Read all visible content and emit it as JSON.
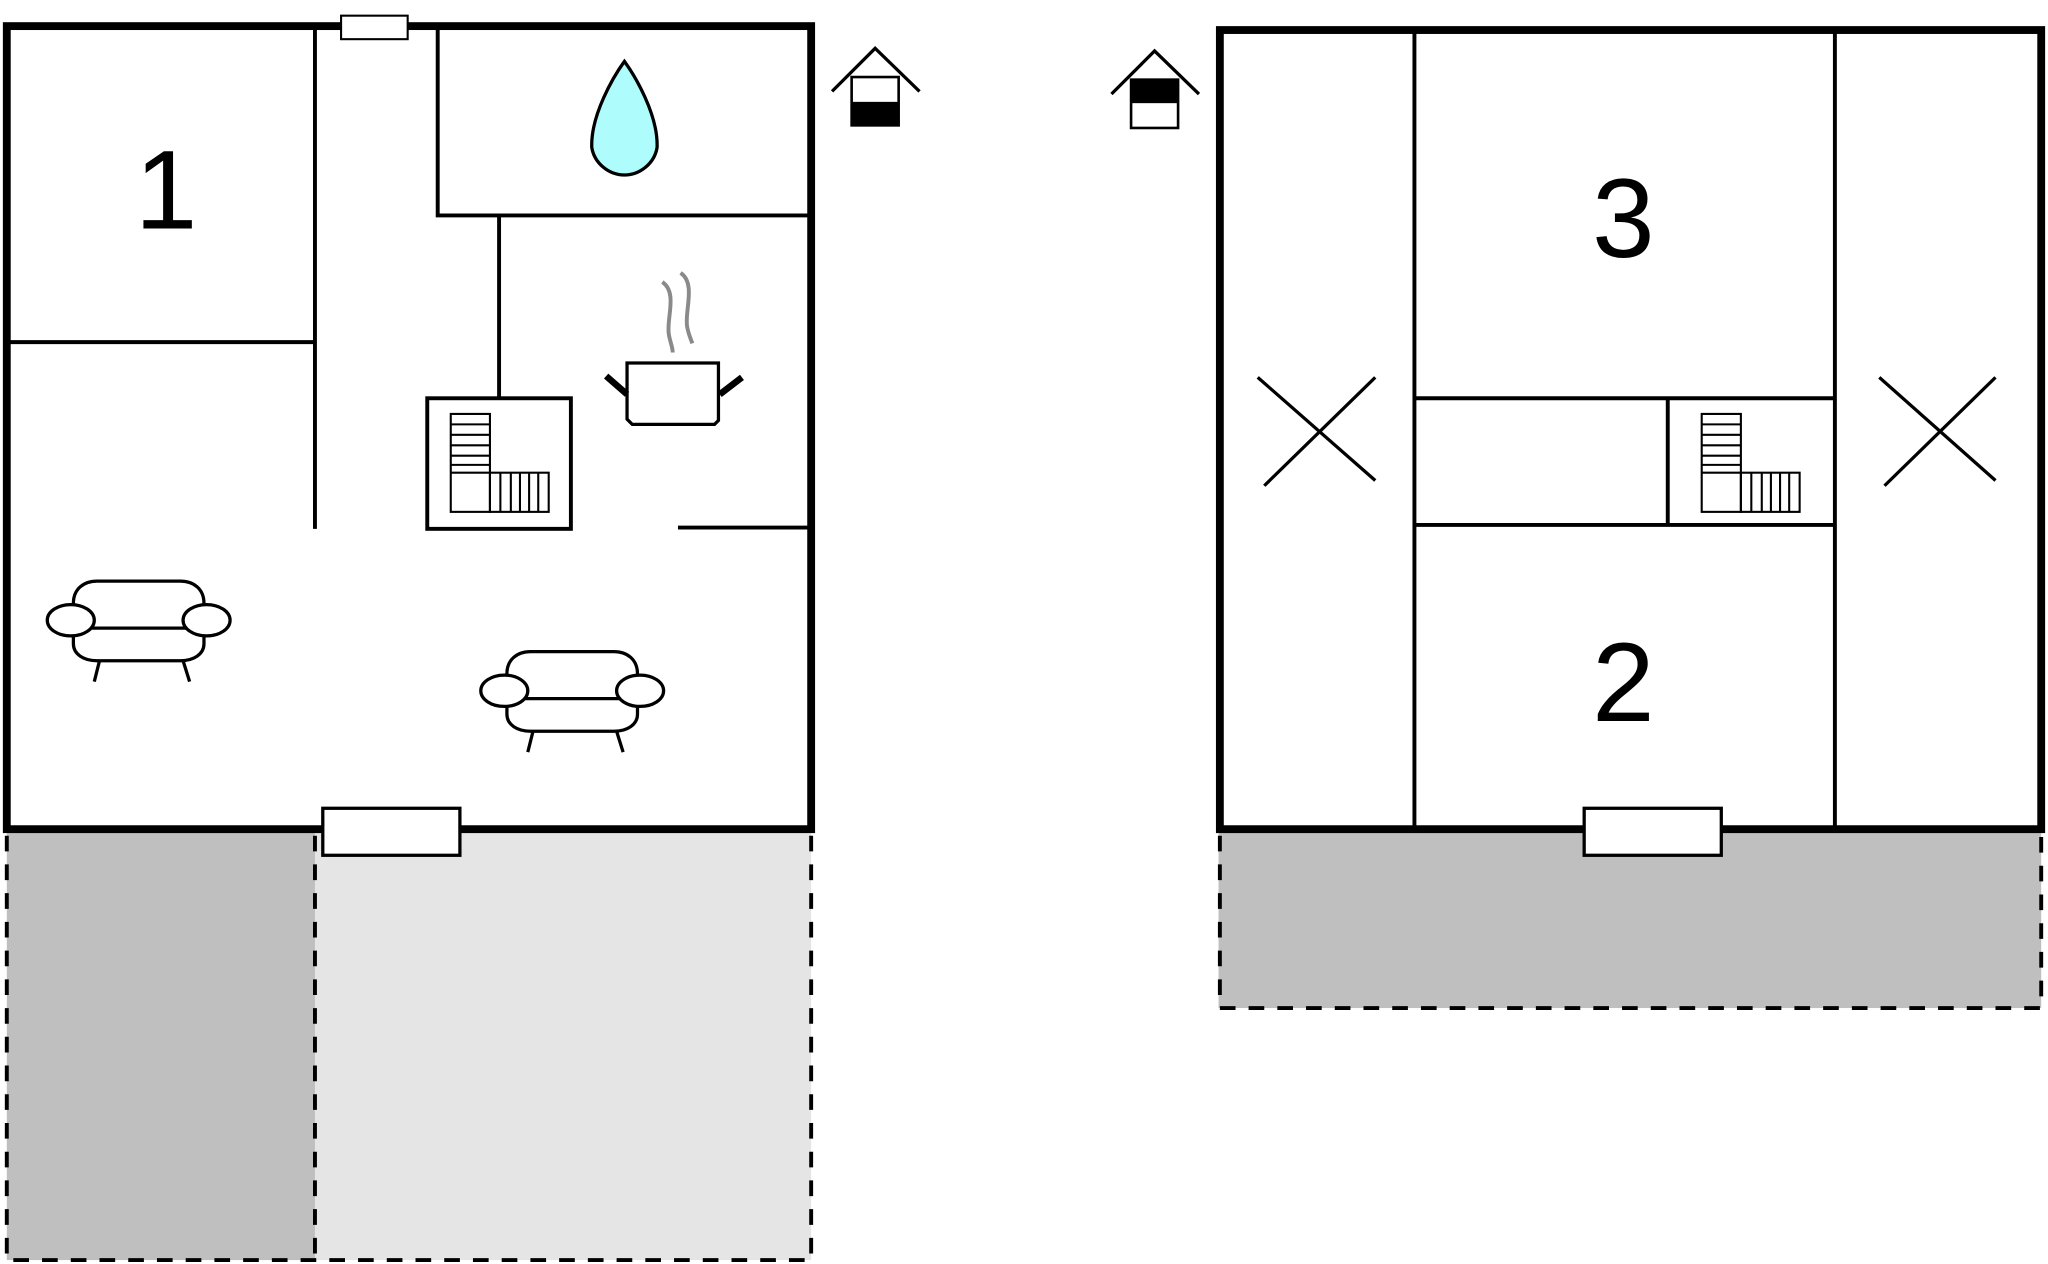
{
  "plan": {
    "title": "Holiday home floor plan",
    "floors": [
      {
        "name": "ground-floor",
        "level_indicator": "lower-half-filled",
        "rooms": [
          {
            "label": "1",
            "type": "bedroom"
          },
          {
            "label": "",
            "type": "bathroom",
            "icon": "water-drop-icon"
          },
          {
            "label": "",
            "type": "kitchen",
            "icon": "cooking-pot-icon"
          },
          {
            "label": "",
            "type": "living-room",
            "icon": "armchair-icon",
            "count": 2
          },
          {
            "label": "",
            "type": "staircase",
            "icon": "stairs-icon"
          }
        ],
        "outdoor": [
          {
            "type": "covered-terrace",
            "fill": "#bfbfbf"
          },
          {
            "type": "open-terrace",
            "fill": "#e5e5e5"
          }
        ]
      },
      {
        "name": "upper-floor",
        "level_indicator": "upper-half-filled",
        "rooms": [
          {
            "label": "3",
            "type": "bedroom"
          },
          {
            "label": "2",
            "type": "bedroom"
          },
          {
            "label": "",
            "type": "landing"
          },
          {
            "label": "",
            "type": "staircase",
            "icon": "stairs-icon"
          },
          {
            "label": "",
            "type": "loft-void",
            "icon": "cross-icon",
            "count": 2
          }
        ],
        "outdoor": [
          {
            "type": "terrace",
            "fill": "#bfbfbf"
          }
        ]
      }
    ],
    "labels": {
      "room1": "1",
      "room2": "2",
      "room3": "3"
    },
    "colors": {
      "wall": "#000000",
      "water": "#aefcfc",
      "steam": "#8a8a8a",
      "terrace_dark": "#bfbfbf",
      "terrace_light": "#e5e5e5"
    }
  }
}
